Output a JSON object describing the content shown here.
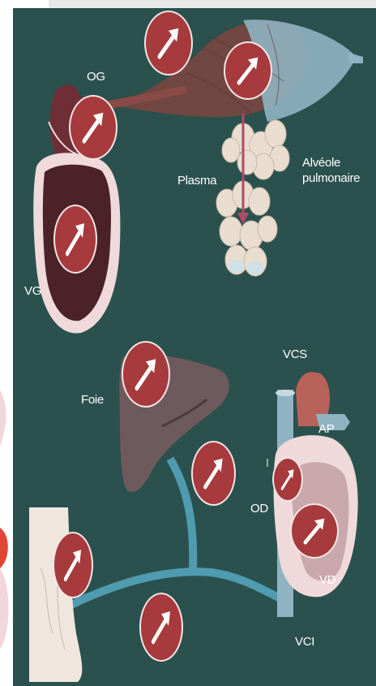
{
  "labels": {
    "og": "OG",
    "vg": "VG",
    "plasma": "Plasma",
    "alveole_line1": "Alvéole",
    "alveole_line2": "pulmonaire",
    "foie": "Foie",
    "vcs": "VCS",
    "ap": "AP",
    "od": "OD",
    "vd": "VD",
    "vci": "VCI"
  },
  "colors": {
    "panel": "#2a514e",
    "badge": "#a63a3c",
    "artery": "#8a4a45",
    "vein": "#8fb3c2",
    "lung": "#e9ddd0",
    "heart_dark": "#4a2228",
    "heart_wall": "#f0d9da",
    "liver": "#6e5a5c",
    "vessel_blue": "#4f9bb0",
    "skin": "#efe6de"
  },
  "icons": [
    "up-right-arrow-icon"
  ]
}
